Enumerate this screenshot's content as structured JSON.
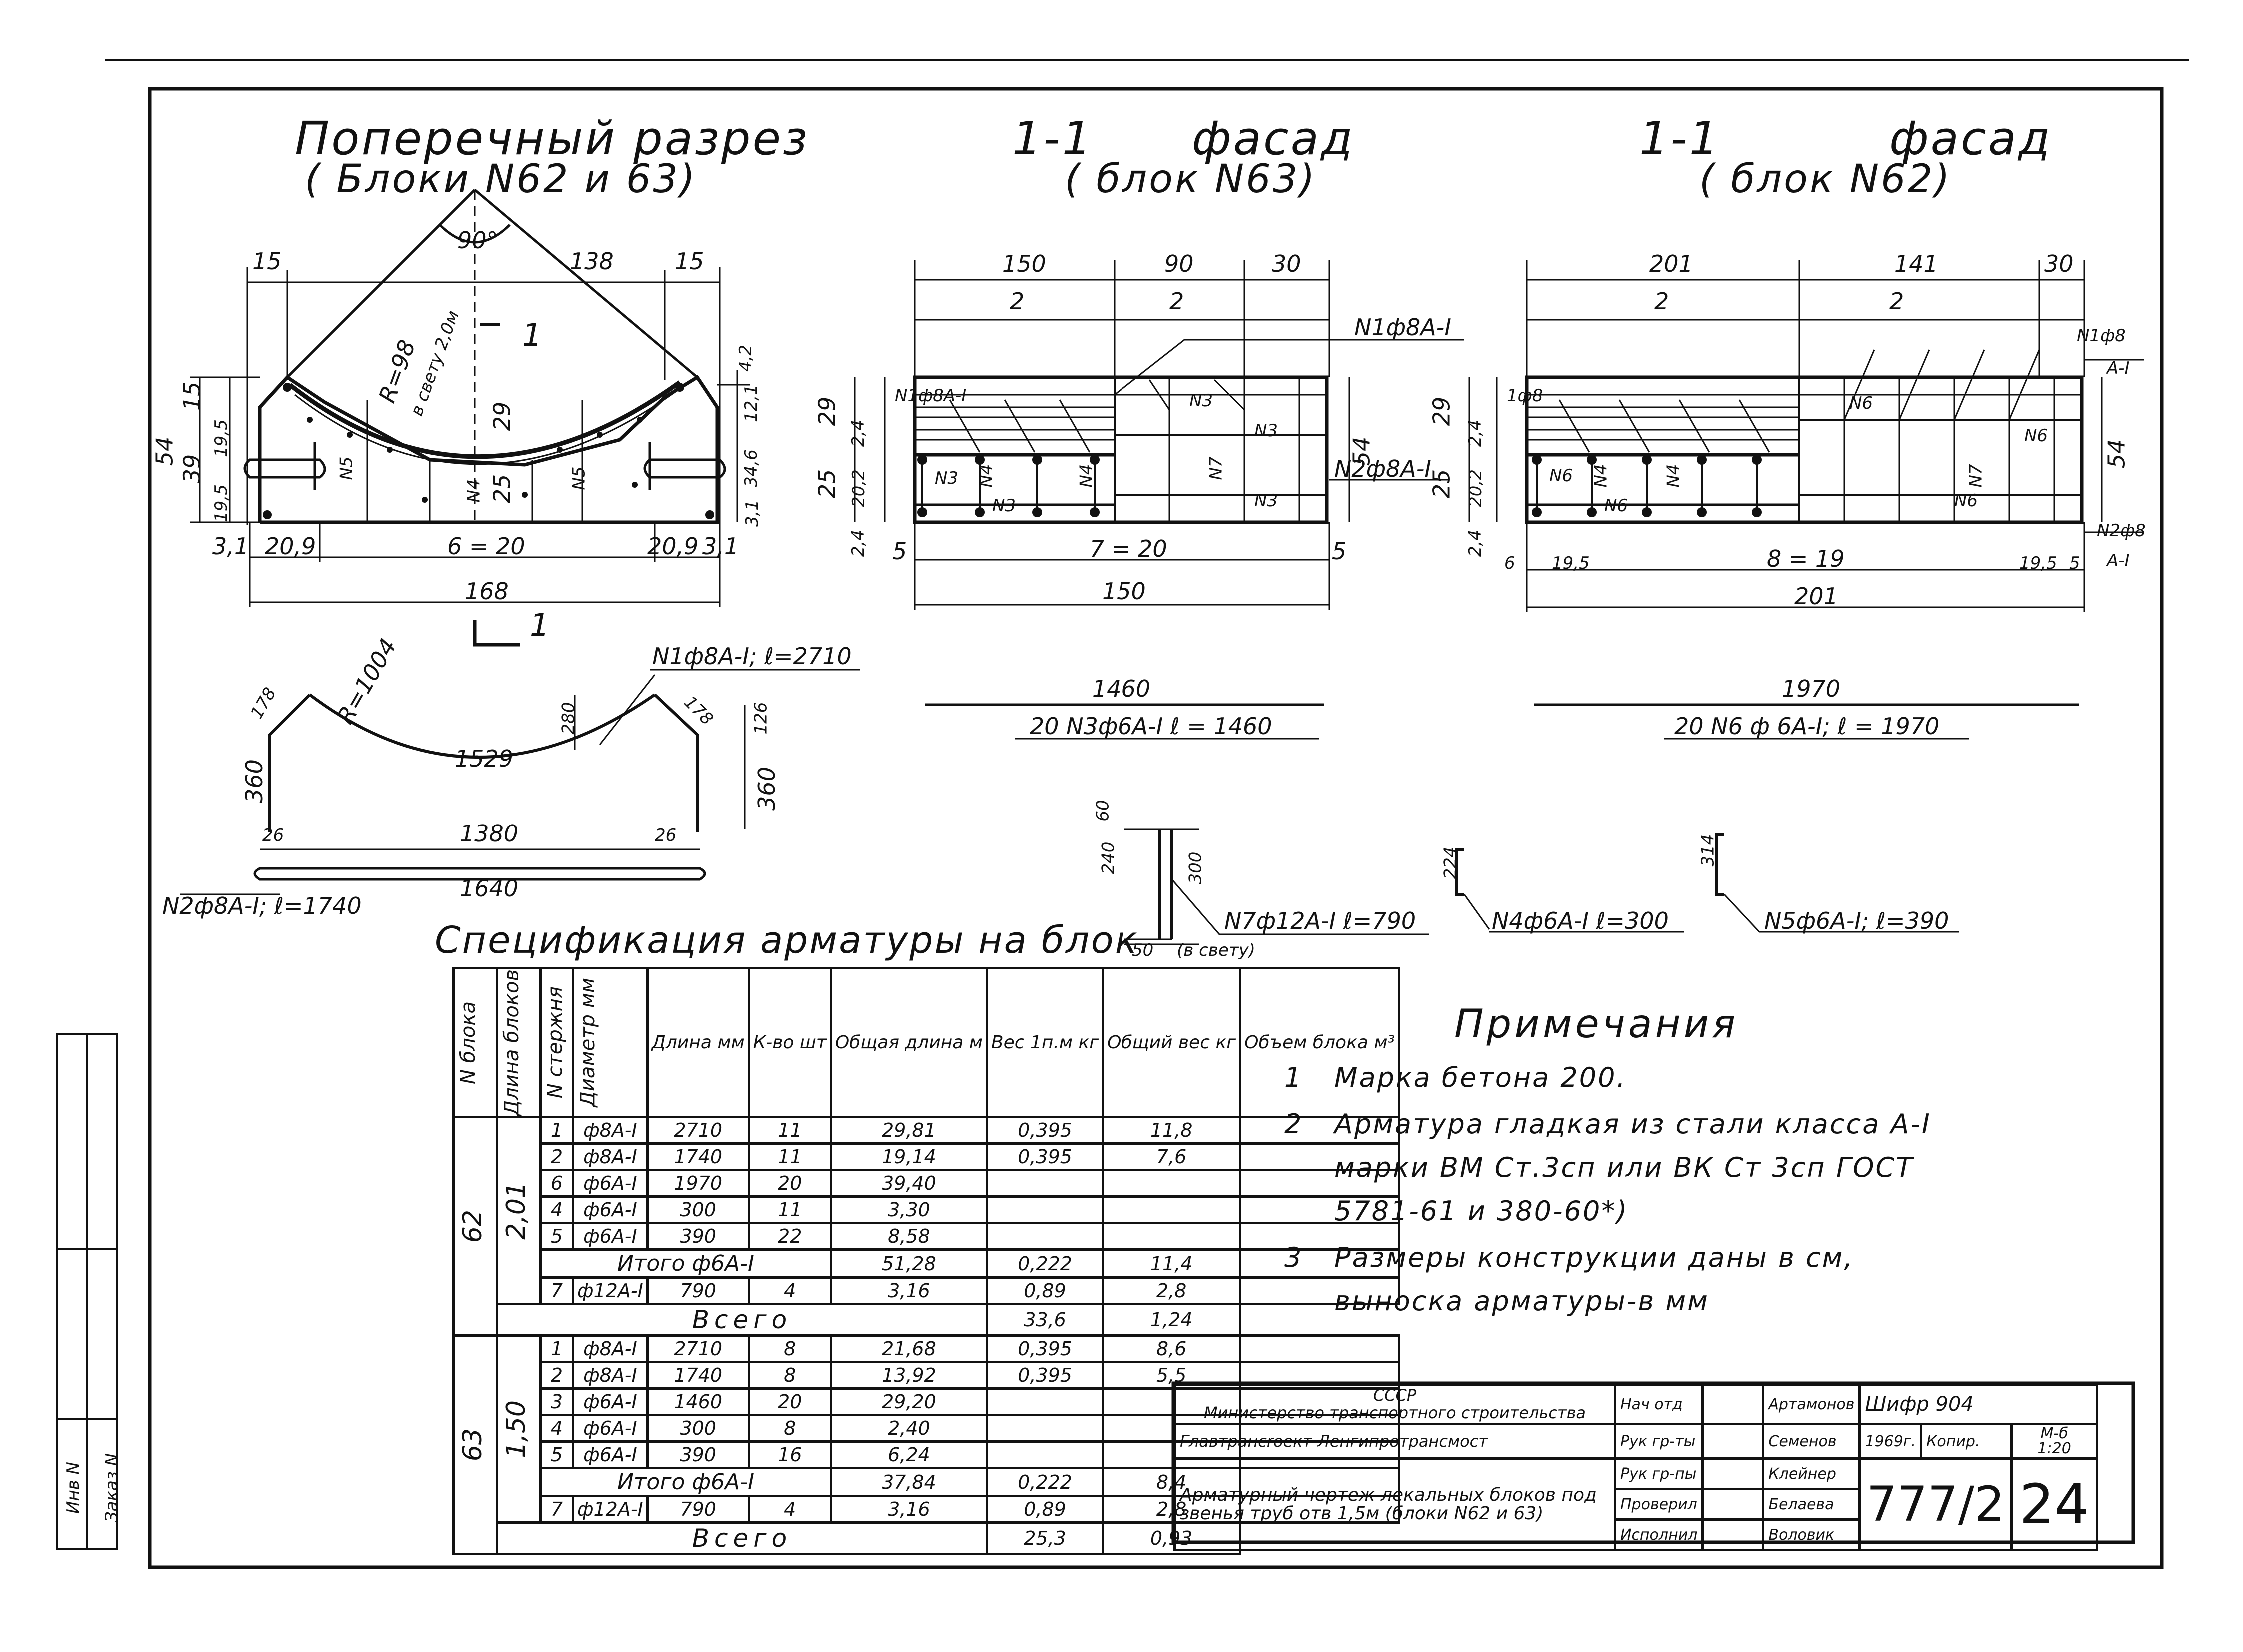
{
  "views": {
    "cross_section": {
      "title": "Поперечный разрез",
      "subtitle": "( Блоки N62 и 63)"
    },
    "facade_63": {
      "title": "1-1",
      "title2": "фасад",
      "subtitle": "( блок N63)"
    },
    "facade_62": {
      "title": "1-1",
      "title2": "фасад",
      "subtitle": "( блок N62)"
    }
  },
  "section_dims": {
    "angle": "90°",
    "top_left": "15",
    "top_mid": "138",
    "top_right": "15",
    "radius": "R=98",
    "clear": "в свету 2,0м",
    "h54": "54",
    "h39": "39",
    "h15": "15",
    "h195a": "19,5",
    "h195b": "19,5",
    "h29": "29",
    "h25": "25",
    "r42": "4,2",
    "r121": "12,1",
    "r346": "34,6",
    "r31": "3,1",
    "n5a": "N5",
    "n5b": "N5",
    "n4": "N4",
    "b31a": "3,1",
    "b209a": "20,9",
    "bmid": "6 = 20",
    "b209b": "20,9",
    "b31b": "3,1",
    "total": "168",
    "cut": "1"
  },
  "bar_n1": {
    "radius": "R=1004",
    "label": "N1ф8А-I; ℓ=2710",
    "d178a": "178",
    "d178b": "178",
    "d280": "280",
    "d126": "126",
    "d360a": "360",
    "d360b": "360",
    "arc": "1529",
    "d26a": "26",
    "d26b": "26",
    "base": "1380",
    "total": "1640",
    "n2": "N2ф8А-I; ℓ=1740"
  },
  "facade63": {
    "d150": "150",
    "d90": "90",
    "d30": "30",
    "s2a": "2",
    "s2b": "2",
    "n1": "N1ф8А-I",
    "n1b": "N1ф8А-I",
    "n2": "N2ф8А-I",
    "h29": "29",
    "h25": "25",
    "h24a": "2,4",
    "h202": "20,2",
    "h24b": "2,4",
    "h54": "54",
    "n3a": "N3",
    "n3b": "N3",
    "n3c": "N3",
    "n3d": "N3",
    "n3e": "N3",
    "n4": "N4",
    "n4b": "N4",
    "n7": "N7",
    "b5a": "5",
    "bmid": "7 = 20",
    "b5b": "5",
    "total": "150",
    "bar_len": "1460",
    "bar_label": "20 N3ф6А-I  ℓ = 1460"
  },
  "facade62": {
    "d201": "201",
    "d141": "141",
    "d30": "30",
    "s2a": "2",
    "s2b": "2",
    "n1": "N1ф8",
    "n1r": "А-I",
    "n1l": "1ф8",
    "n2": "N2ф8",
    "n2r": "А-I",
    "h29": "29",
    "h25": "25",
    "h24a": "2,4",
    "h202": "20,2",
    "h24b": "2,4",
    "h54": "54",
    "n6a": "N6",
    "n6b": "N6",
    "n6c": "N6",
    "n6d": "N6",
    "n6e": "N6",
    "n4": "N4",
    "n4b": "N4",
    "n7": "N7",
    "b6": "6",
    "b195a": "19,5",
    "bmid": "8 = 19",
    "b195b": "19,5",
    "b5": "5",
    "total": "201",
    "bar_len": "1970",
    "bar_label": "20 N6 ф 6А-I;  ℓ = 1970"
  },
  "small_bars": {
    "n7": {
      "d240": "240",
      "d60": "60",
      "d300": "300",
      "d50": "50",
      "clear": "(в свету)",
      "label": "N7ф12А-I  ℓ=790"
    },
    "n4": {
      "d224": "224",
      "label": "N4ф6А-I ℓ=300"
    },
    "n5": {
      "d314": "314",
      "label": "N5ф6А-I; ℓ=390"
    }
  },
  "spec": {
    "title": "Спецификация арматуры на блок",
    "headers": [
      "N блока",
      "Длина блоков",
      "N стержня",
      "Диаметр мм",
      "Длина мм",
      "К-во шт",
      "Общая длина м",
      "Вес 1п.м кг",
      "Общий вес кг",
      "Объем блока м³"
    ],
    "block62": {
      "id": "62",
      "length": "2,01",
      "rows": [
        [
          "1",
          "ф8А-I",
          "2710",
          "11",
          "29,81",
          "0,395",
          "11,8"
        ],
        [
          "2",
          "ф8А-I",
          "1740",
          "11",
          "19,14",
          "0,395",
          "7,6"
        ],
        [
          "6",
          "ф6А-I",
          "1970",
          "20",
          "39,40",
          "",
          ""
        ],
        [
          "4",
          "ф6А-I",
          "300",
          "11",
          "3,30",
          "",
          ""
        ],
        [
          "5",
          "ф6А-I",
          "390",
          "22",
          "8,58",
          "",
          ""
        ]
      ],
      "subtotal": {
        "label": "Итого ф6А-I",
        "len": "51,28",
        "w": "0,222",
        "tot": "11,4"
      },
      "row7": [
        "7",
        "ф12А-I",
        "790",
        "4",
        "3,16",
        "0,89",
        "2,8"
      ],
      "total": {
        "label": "Всего",
        "weight": "33,6",
        "volume": "1,24"
      }
    },
    "block63": {
      "id": "63",
      "length": "1,50",
      "rows": [
        [
          "1",
          "ф8А-I",
          "2710",
          "8",
          "21,68",
          "0,395",
          "8,6"
        ],
        [
          "2",
          "ф8А-I",
          "1740",
          "8",
          "13,92",
          "0,395",
          "5,5"
        ],
        [
          "3",
          "ф6А-I",
          "1460",
          "20",
          "29,20",
          "",
          ""
        ],
        [
          "4",
          "ф6А-I",
          "300",
          "8",
          "2,40",
          "",
          ""
        ],
        [
          "5",
          "ф6А-I",
          "390",
          "16",
          "6,24",
          "",
          ""
        ]
      ],
      "subtotal": {
        "label": "Итого ф6А-I",
        "len": "37,84",
        "w": "0,222",
        "tot": "8,4"
      },
      "row7": [
        "7",
        "ф12А-I",
        "790",
        "4",
        "3,16",
        "0,89",
        "2,8"
      ],
      "total": {
        "label": "Всего",
        "weight": "25,3",
        "volume": "0,93"
      }
    }
  },
  "notes": {
    "heading": "Примечания",
    "n1": "1",
    "t1": "Марка бетона      200.",
    "n2": "2",
    "t2": "Арматура гладкая из стали класса А-I",
    "t2b": "марки ВМ Ст.3сп или ВК Ст 3сп ГОСТ",
    "t2c": "5781-61 и 380-60*)",
    "n3": "3",
    "t3": "Размеры конструкции даны в см,",
    "t3b": "выноска арматуры-в мм"
  },
  "title_block": {
    "org1": "СССР",
    "org2": "Министерство транспортного строительства",
    "org3": "Главтрансroект-Ленгипротрансмост",
    "drawing": "Арматурный чертеж лекальных блоков под звенья труб отв 1,5м (блоки N62 и 63)",
    "r1": "Нач отд",
    "r2": "Рук гр-ты",
    "r3": "Рук гр-пы",
    "r4": "Проверил",
    "r5": "Исполнил",
    "sig1": "Артамонов",
    "sig2": "Семенов",
    "sig3": "Клейнер",
    "sig4": "Белаева",
    "sig5": "Воловик",
    "cipher": "Шифр 904",
    "year": "1969г.",
    "scale_lbl": "М-б",
    "scale": "1:20",
    "stage": "Копир.",
    "number": "777/2",
    "sheet": "24"
  },
  "margin": {
    "stamp1": "Инв N",
    "stamp2": "Заказ N"
  }
}
